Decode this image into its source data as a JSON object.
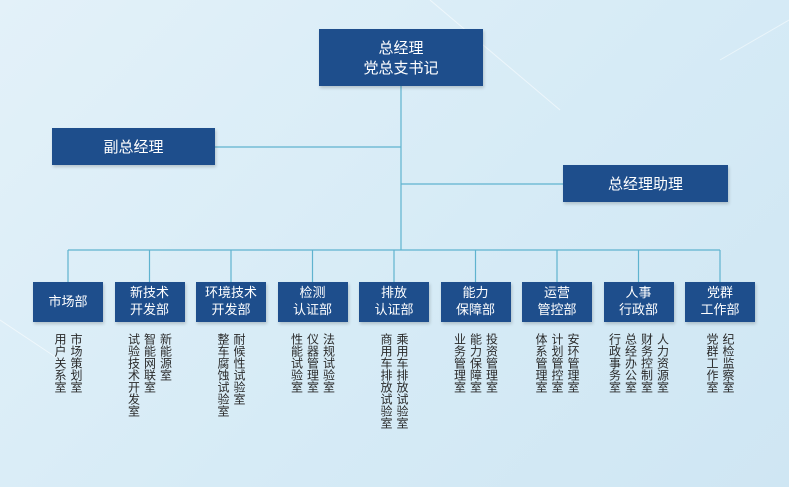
{
  "top": {
    "line1": "总经理",
    "line2": "党总支书记"
  },
  "deputy": "副总经理",
  "assistant": "总经理助理",
  "departments": [
    {
      "name": "市场部",
      "subs": [
        "市场策划室",
        "用户关系室"
      ]
    },
    {
      "name": "新技术\n开发部",
      "subs": [
        "新能源室",
        "智能网联室",
        "试验技术开发室"
      ]
    },
    {
      "name": "环境技术\n开发部",
      "subs": [
        "耐候性试验室",
        "整车腐蚀试验室"
      ]
    },
    {
      "name": "检测\n认证部",
      "subs": [
        "法规试验室",
        "仪器管理室",
        "性能试验室"
      ]
    },
    {
      "name": "排放\n认证部",
      "subs": [
        "乘用车排放试验室",
        "商用车排放试验室"
      ]
    },
    {
      "name": "能力\n保障部",
      "subs": [
        "投资管理室",
        "能力保障室",
        "业务管理室"
      ]
    },
    {
      "name": "运营\n管控部",
      "subs": [
        "安环管理室",
        "计划管控室",
        "体系管理室"
      ]
    },
    {
      "name": "人事\n行政部",
      "subs": [
        "人力资源室",
        "财务控制室",
        "总经办公室",
        "行政事务室"
      ]
    },
    {
      "name": "党群\n工作部",
      "subs": [
        "纪检监察室",
        "党群工作室"
      ]
    }
  ]
}
